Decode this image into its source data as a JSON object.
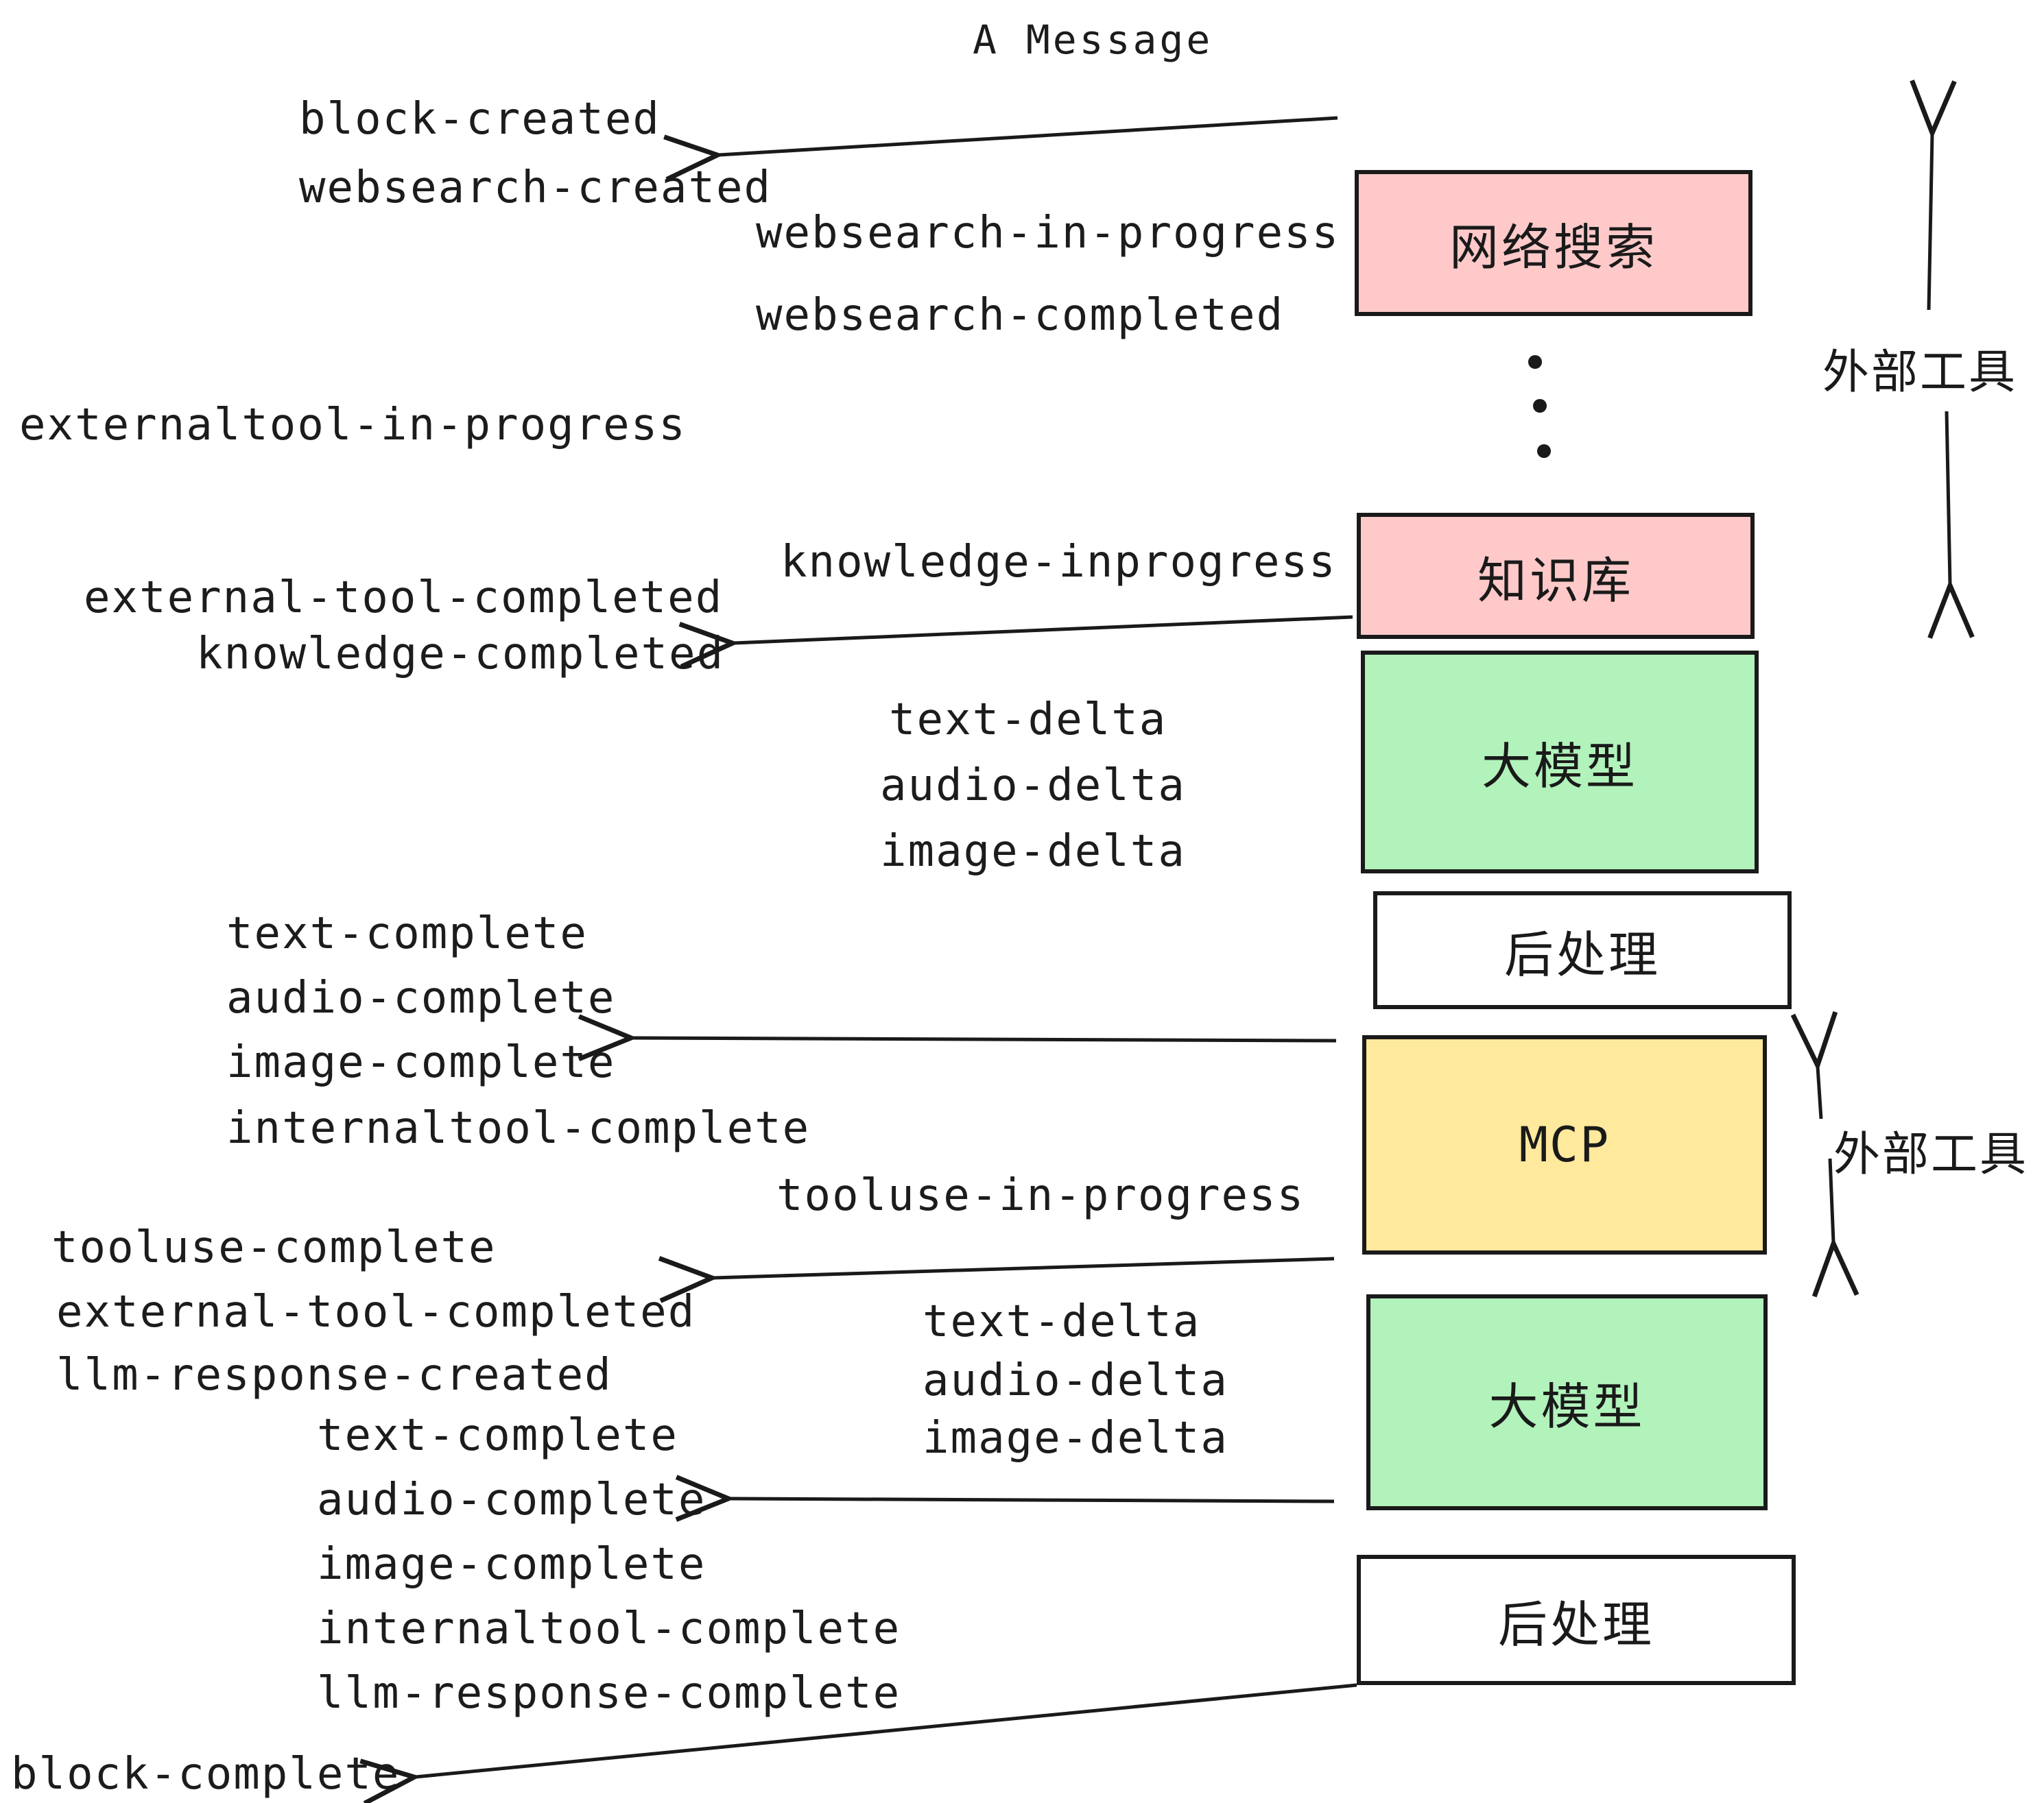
{
  "title": "A Message",
  "colors": {
    "box_border": "#1a1a1a",
    "pink": "#ffc9c9",
    "green": "#b2f2bb",
    "yellow": "#ffe99c",
    "white": "#ffffff",
    "ink": "#1c1c1c"
  },
  "boxes": [
    {
      "id": "websearch",
      "label": "网络搜索",
      "color": "pink"
    },
    {
      "id": "knowledge",
      "label": "知识库",
      "color": "pink"
    },
    {
      "id": "llm-1",
      "label": "大模型",
      "color": "green"
    },
    {
      "id": "post-1",
      "label": "后处理",
      "color": "white"
    },
    {
      "id": "mcp",
      "label": "MCP",
      "color": "yellow"
    },
    {
      "id": "llm-2",
      "label": "大模型",
      "color": "green"
    },
    {
      "id": "post-2",
      "label": "后处理",
      "color": "white"
    }
  ],
  "side_labels": [
    {
      "id": "external-tools-top",
      "label": "外部工具"
    },
    {
      "id": "external-tools-mcp",
      "label": "外部工具"
    }
  ],
  "events": [
    {
      "id": "block-created",
      "label": "block-created"
    },
    {
      "id": "websearch-created",
      "label": "websearch-created"
    },
    {
      "id": "websearch-in-progress",
      "label": "websearch-in-progress"
    },
    {
      "id": "websearch-completed",
      "label": "websearch-completed"
    },
    {
      "id": "externaltool-in-progress",
      "label": "externaltool-in-progress"
    },
    {
      "id": "knowledge-inprogress",
      "label": "knowledge-inprogress"
    },
    {
      "id": "external-tool-completed-1",
      "label": "external-tool-completed"
    },
    {
      "id": "knowledge-completed",
      "label": "knowledge-completed"
    },
    {
      "id": "text-delta-1",
      "label": "text-delta"
    },
    {
      "id": "audio-delta-1",
      "label": "audio-delta"
    },
    {
      "id": "image-delta-1",
      "label": "image-delta"
    },
    {
      "id": "text-complete-1",
      "label": "text-complete"
    },
    {
      "id": "audio-complete-1",
      "label": "audio-complete"
    },
    {
      "id": "image-complete-1",
      "label": "image-complete"
    },
    {
      "id": "internaltool-complete-1",
      "label": "internaltool-complete"
    },
    {
      "id": "tooluse-in-progress",
      "label": "tooluse-in-progress"
    },
    {
      "id": "tooluse-complete",
      "label": "tooluse-complete"
    },
    {
      "id": "external-tool-completed-2",
      "label": "external-tool-completed"
    },
    {
      "id": "llm-response-created",
      "label": "llm-response-created"
    },
    {
      "id": "text-delta-2",
      "label": "text-delta"
    },
    {
      "id": "audio-delta-2",
      "label": "audio-delta"
    },
    {
      "id": "image-delta-2",
      "label": "image-delta"
    },
    {
      "id": "text-complete-2",
      "label": "text-complete"
    },
    {
      "id": "audio-complete-2",
      "label": "audio-complete"
    },
    {
      "id": "image-complete-2",
      "label": "image-complete"
    },
    {
      "id": "internaltool-complete-2",
      "label": "internaltool-complete"
    },
    {
      "id": "llm-response-complete",
      "label": "llm-response-complete"
    },
    {
      "id": "block-complete",
      "label": "block-complete"
    }
  ]
}
